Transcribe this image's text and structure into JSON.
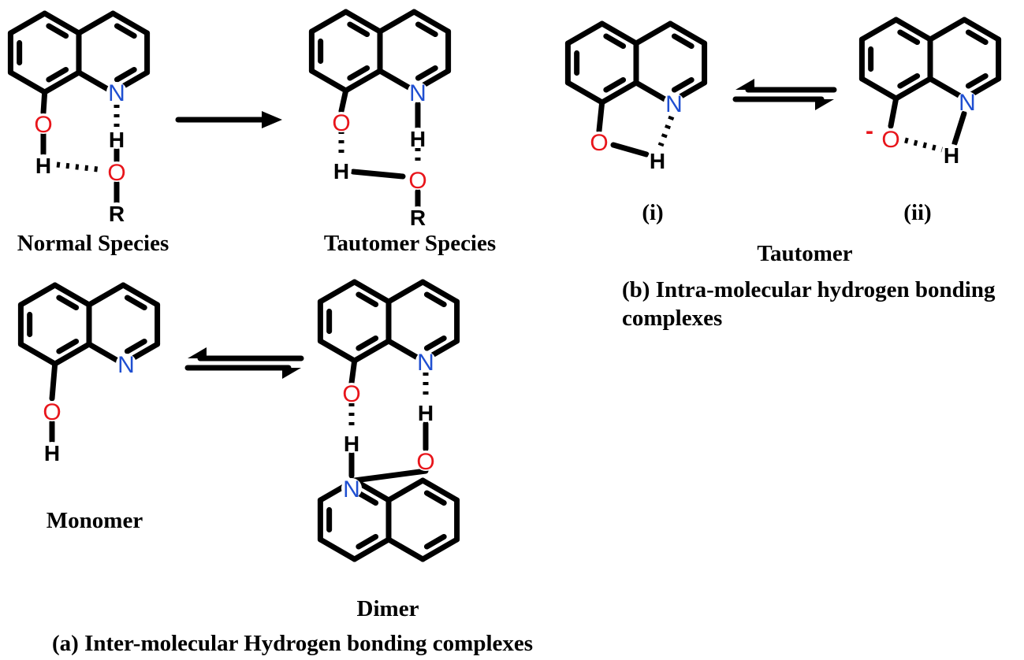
{
  "colors": {
    "oxygen": "#e8151b",
    "nitrogen": "#1f4fd1",
    "bond": "#000000"
  },
  "atoms": {
    "O": "O",
    "N": "N",
    "H": "H",
    "R": "R",
    "minus": "-"
  },
  "labels": {
    "normal_species": "Normal Species",
    "tautomer_species": "Tautomer Species",
    "monomer": "Monomer",
    "dimer": "Dimer",
    "caption_a": "(a) Inter-molecular Hydrogen bonding complexes",
    "form_i": "(i)",
    "form_ii": "(ii)",
    "tautomer": "Tautomer",
    "caption_b_line1": "(b) Intra-molecular hydrogen bonding",
    "caption_b_line2": "complexes"
  }
}
